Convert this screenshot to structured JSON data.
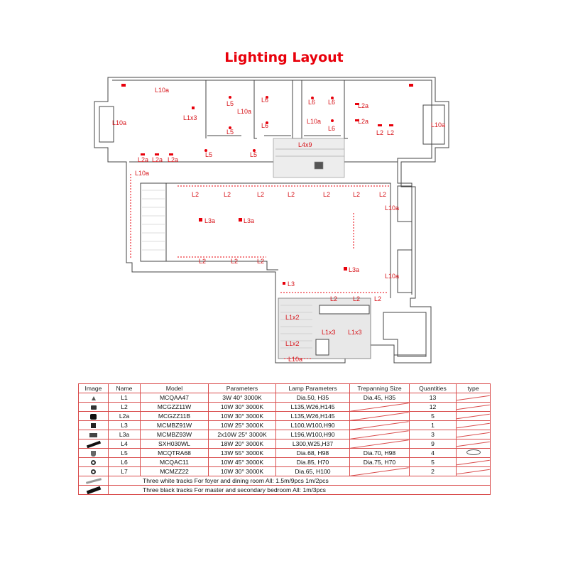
{
  "title": "Lighting Layout",
  "plan_labels": {
    "top_left_l10a": "L10a",
    "left_room_l10a": "L10a",
    "l1x3": "L1x3",
    "l2a_1": "L2a",
    "l2a_2": "L2a",
    "l2a_3": "L2a",
    "l5_1": "L5",
    "l5_2": "L5",
    "l5_3": "L5",
    "l5_4": "L5",
    "l10a_closet": "L10a",
    "l6_1": "L6",
    "l6_2": "L6",
    "l6_3": "L6",
    "l6_4": "L6",
    "l6_5": "L6",
    "l10a_closet2": "L10a",
    "l2a_right1": "L2a",
    "l2a_right2": "L2a",
    "l2_right1": "L2",
    "l2_right2": "L2",
    "right_room_l10a": "L10a",
    "l4x9": "L4x9",
    "l10a_living": "L10a",
    "l2_row1": [
      "L2",
      "L2",
      "L2",
      "L2",
      "L2",
      "L2",
      "L2"
    ],
    "l10a_right_upper": "L10a",
    "l3a_1": "L3a",
    "l3a_2": "L3a",
    "l2_row2": [
      "L2",
      "L2",
      "L2"
    ],
    "l3a_3": "L3a",
    "l10a_right_lower": "L10a",
    "l3": "L3",
    "l2_row3": [
      "L2",
      "L2",
      "L2"
    ],
    "l1x2_upper": "L1x2",
    "l1x3_a": "L1x3",
    "l1x3_b": "L1x3",
    "l1x2_lower": "L1x2",
    "l10a_bottom": "L10a"
  },
  "legend": {
    "headers": [
      "Image",
      "Name",
      "Model",
      "Parameters",
      "Lamp Parameters",
      "Trepanning Size",
      "Quantities",
      "type"
    ],
    "rows": [
      {
        "icon": "cone-spotlight-icon",
        "name": "L1",
        "model": "MCQAA47",
        "params": "3W 40° 3000K",
        "lamp": "Dia.50,  H35",
        "trepan": "Dia.45,  H35",
        "qty": "13",
        "type": ""
      },
      {
        "icon": "downlight-icon",
        "name": "L2",
        "model": "MCGZZ11W",
        "params": "10W 30° 3000K",
        "lamp": "L135,W26,H145",
        "trepan": "",
        "qty": "12",
        "type": ""
      },
      {
        "icon": "black-downlight-icon",
        "name": "L2a",
        "model": "MCGZZ11B",
        "params": "10W 30° 3000K",
        "lamp": "L135,W26,H145",
        "trepan": "",
        "qty": "5",
        "type": ""
      },
      {
        "icon": "square-spot-icon",
        "name": "L3",
        "model": "MCMBZ91W",
        "params": "10W 25° 3000K",
        "lamp": "L100,W100,H90",
        "trepan": "",
        "qty": "1",
        "type": ""
      },
      {
        "icon": "double-spot-icon",
        "name": "L3a",
        "model": "MCMBZ93W",
        "params": "2x10W 25° 3000K",
        "lamp": "L196,W100,H90",
        "trepan": "",
        "qty": "3",
        "type": ""
      },
      {
        "icon": "linear-light-icon",
        "name": "L4",
        "model": "SXH030WL",
        "params": "18W 20° 3000K",
        "lamp": "L300,W25,H37",
        "trepan": "",
        "qty": "9",
        "type": ""
      },
      {
        "icon": "cup-downlight-icon",
        "name": "L5",
        "model": "MCQTRA68",
        "params": "13W 55° 3000K",
        "lamp": "Dia.68,  H98",
        "trepan": "Dia.70,  H98",
        "qty": "4",
        "type": "ring"
      },
      {
        "icon": "ring-downlight-icon",
        "name": "L6",
        "model": "MCQAC11",
        "params": "10W 45° 3000K",
        "lamp": "Dia.85,  H70",
        "trepan": "Dia.75,  H70",
        "qty": "5",
        "type": ""
      },
      {
        "icon": "ring-downlight-icon",
        "name": "L7",
        "model": "MCMZZ22",
        "params": "10W 30° 3000K",
        "lamp": "Dia.65,  H100",
        "trepan": "",
        "qty": "2",
        "type": ""
      }
    ],
    "notes": [
      {
        "icon": "white-track-icon",
        "text": "Three white tracks   For foyer and dining room   All: 1.5m/9pcs  1m/2pcs"
      },
      {
        "icon": "black-track-icon",
        "text": "Three black tracks   For master and secondary bedroom   All: 1m/3pcs"
      }
    ]
  },
  "colors": {
    "accent": "#e8000b",
    "label": "#d7141a",
    "grid": "#d94c4c"
  }
}
